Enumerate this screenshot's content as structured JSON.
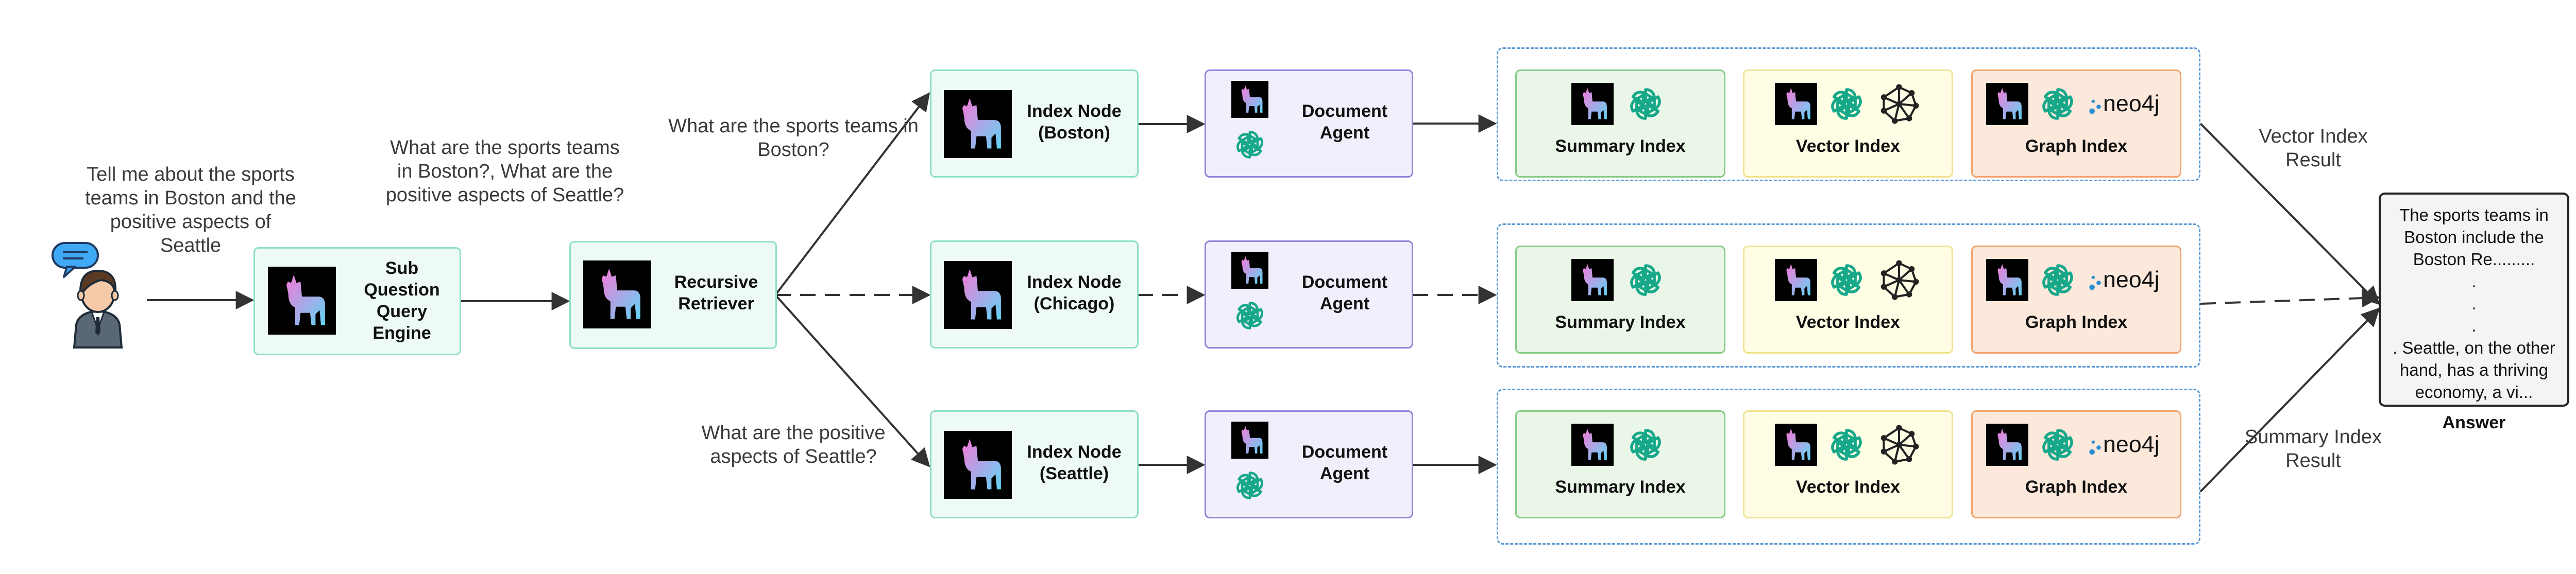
{
  "user": {
    "query": "Tell me about the sports teams in Boston and the positive aspects of Seattle"
  },
  "engine": {
    "label": "Sub Question Query Engine"
  },
  "retriever": {
    "label": "Recursive Retriever"
  },
  "subquestions": {
    "combined": "What are the sports teams in Boston?, What are the positive aspects of Seattle?",
    "boston": "What are the sports teams in Boston?",
    "seattle": "What are the positive aspects of Seattle?"
  },
  "rows": [
    {
      "index_node": "Index Node (Boston)",
      "agent": "Document Agent",
      "summary": "Summary Index",
      "vector": "Vector Index",
      "graph": "Graph Index"
    },
    {
      "index_node": "Index Node (Chicago)",
      "agent": "Document Agent",
      "summary": "Summary Index",
      "vector": "Vector Index",
      "graph": "Graph Index"
    },
    {
      "index_node": "Index Node (Seattle)",
      "agent": "Document Agent",
      "summary": "Summary Index",
      "vector": "Vector Index",
      "graph": "Graph Index"
    }
  ],
  "neo4j": {
    "wordmark": "neo4j"
  },
  "results": {
    "vector": "Vector Index Result",
    "summary": "Summary Index Result"
  },
  "answer": {
    "lines": [
      "The sports teams in",
      "Boston include the",
      "Boston Re.........",
      ".",
      ".",
      ".",
      ". Seattle, on the other",
      "hand, has a thriving",
      "economy, a vi..."
    ],
    "caption": "Answer"
  },
  "colors": {
    "teal": "#8ee0c8",
    "purple": "#8f86d6",
    "green": "#86cc85",
    "yellow": "#f0e292",
    "orange": "#f1a56e",
    "dash": "#5b9bd6",
    "openai": "#17a88a"
  }
}
